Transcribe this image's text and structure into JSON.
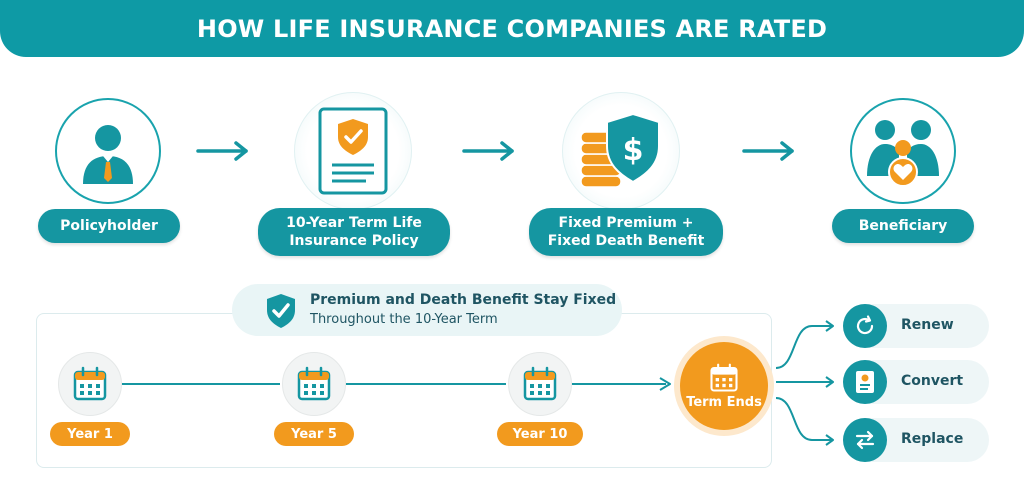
{
  "title": "HOW LIFE INSURANCE COMPANIES ARE RATED",
  "flow": {
    "policyholder": "Policyholder",
    "policy_line1": "10-Year Term Life",
    "policy_line2": "Insurance Policy",
    "premium_line1": "Fixed Premium +",
    "premium_line2": "Fixed Death Benefit",
    "beneficiary": "Beneficiary"
  },
  "fixed_note": {
    "title": "Premium and Death Benefit Stay Fixed",
    "subtitle": "Throughout the 10-Year Term"
  },
  "timeline": {
    "year1": "Year 1",
    "year5": "Year 5",
    "year10": "Year 10",
    "term_end": "Term Ends"
  },
  "options": {
    "renew": "Renew",
    "convert": "Convert",
    "replace": "Replace"
  },
  "icons": {
    "policyholder": "person-tie-icon",
    "policy": "document-shield-icon",
    "premium": "coins-dollar-shield-icon",
    "beneficiary": "family-heart-icon",
    "calendar": "calendar-icon",
    "renew": "refresh-icon",
    "convert": "document-icon",
    "replace": "swap-icon"
  },
  "colors": {
    "teal": "#1596a1",
    "orange": "#f29a1e",
    "light": "#eef6f7"
  }
}
